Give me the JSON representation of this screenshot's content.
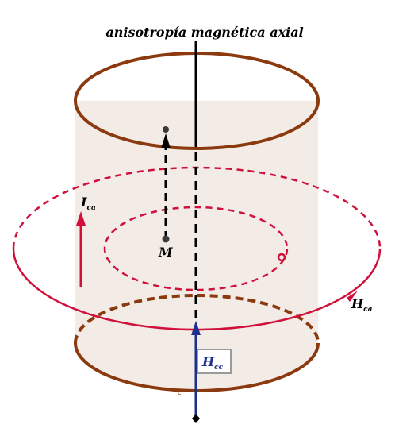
{
  "diagram": {
    "title": "anisotropía magnética axial",
    "labels": {
      "point_m": "M",
      "current": {
        "main": "I",
        "sub": "ca"
      },
      "field_ca": {
        "main": "H",
        "sub": "ca"
      },
      "field_cc": {
        "main": "H",
        "sub": "cc"
      },
      "small_mark": "c"
    },
    "colors": {
      "cylinder_rim": "#8b3a0f",
      "cylinder_fill": "#f3ebe6",
      "loop": "#d0103a",
      "axis": "#000000",
      "field_cc_arrow": "#1c2f8a",
      "label_box_border": "#9a9a9a"
    }
  }
}
